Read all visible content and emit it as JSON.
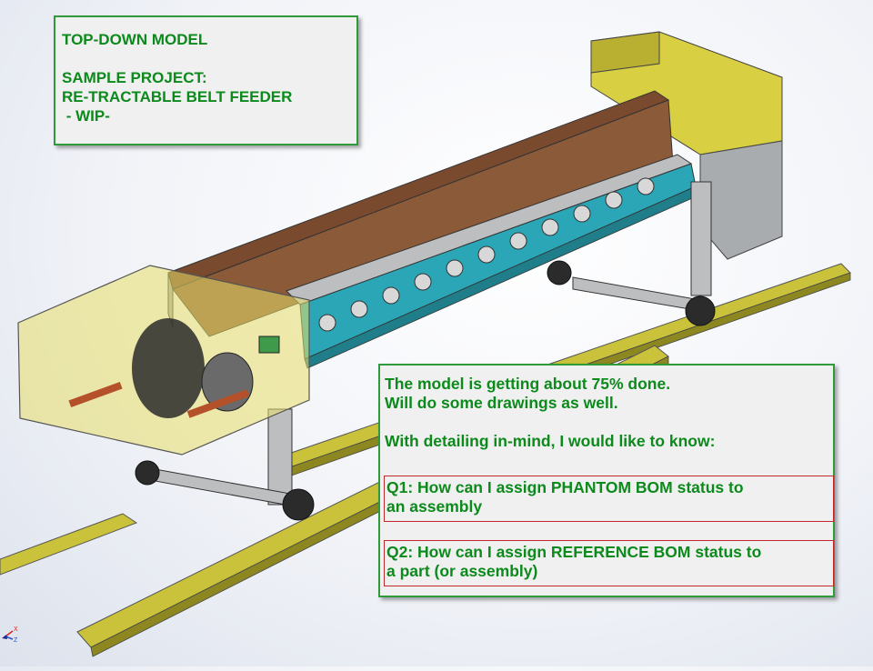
{
  "title_note": {
    "line1": "TOP-DOWN MODEL",
    "line2": "SAMPLE PROJECT:",
    "line3": "RE-TRACTABLE BELT FEEDER",
    "line4": " - WIP-"
  },
  "info_note": {
    "line1": "The model is getting about 75% done.",
    "line2": "Will do some drawings as well.",
    "line3": "With detailing in-mind, I would like to know:",
    "q1_line1": "Q1: How can I assign PHANTOM BOM status to",
    "q1_line2": "an assembly",
    "q2_line1": "Q2: How can I assign REFERENCE BOM status to",
    "q2_line2": "a part (or assembly)"
  },
  "triad": {
    "x_label": "X",
    "z_label": "Z"
  },
  "colors": {
    "note_text": "#0c8a1c",
    "note_border": "#2e9a3a",
    "question_border": "#c0282c",
    "rail": "#c9c23a",
    "guard": "#d9cf42",
    "belt_frame": "#2aa6b6",
    "chute": "#7a4a2e"
  },
  "icons": [
    "coordinate-triad-icon"
  ]
}
